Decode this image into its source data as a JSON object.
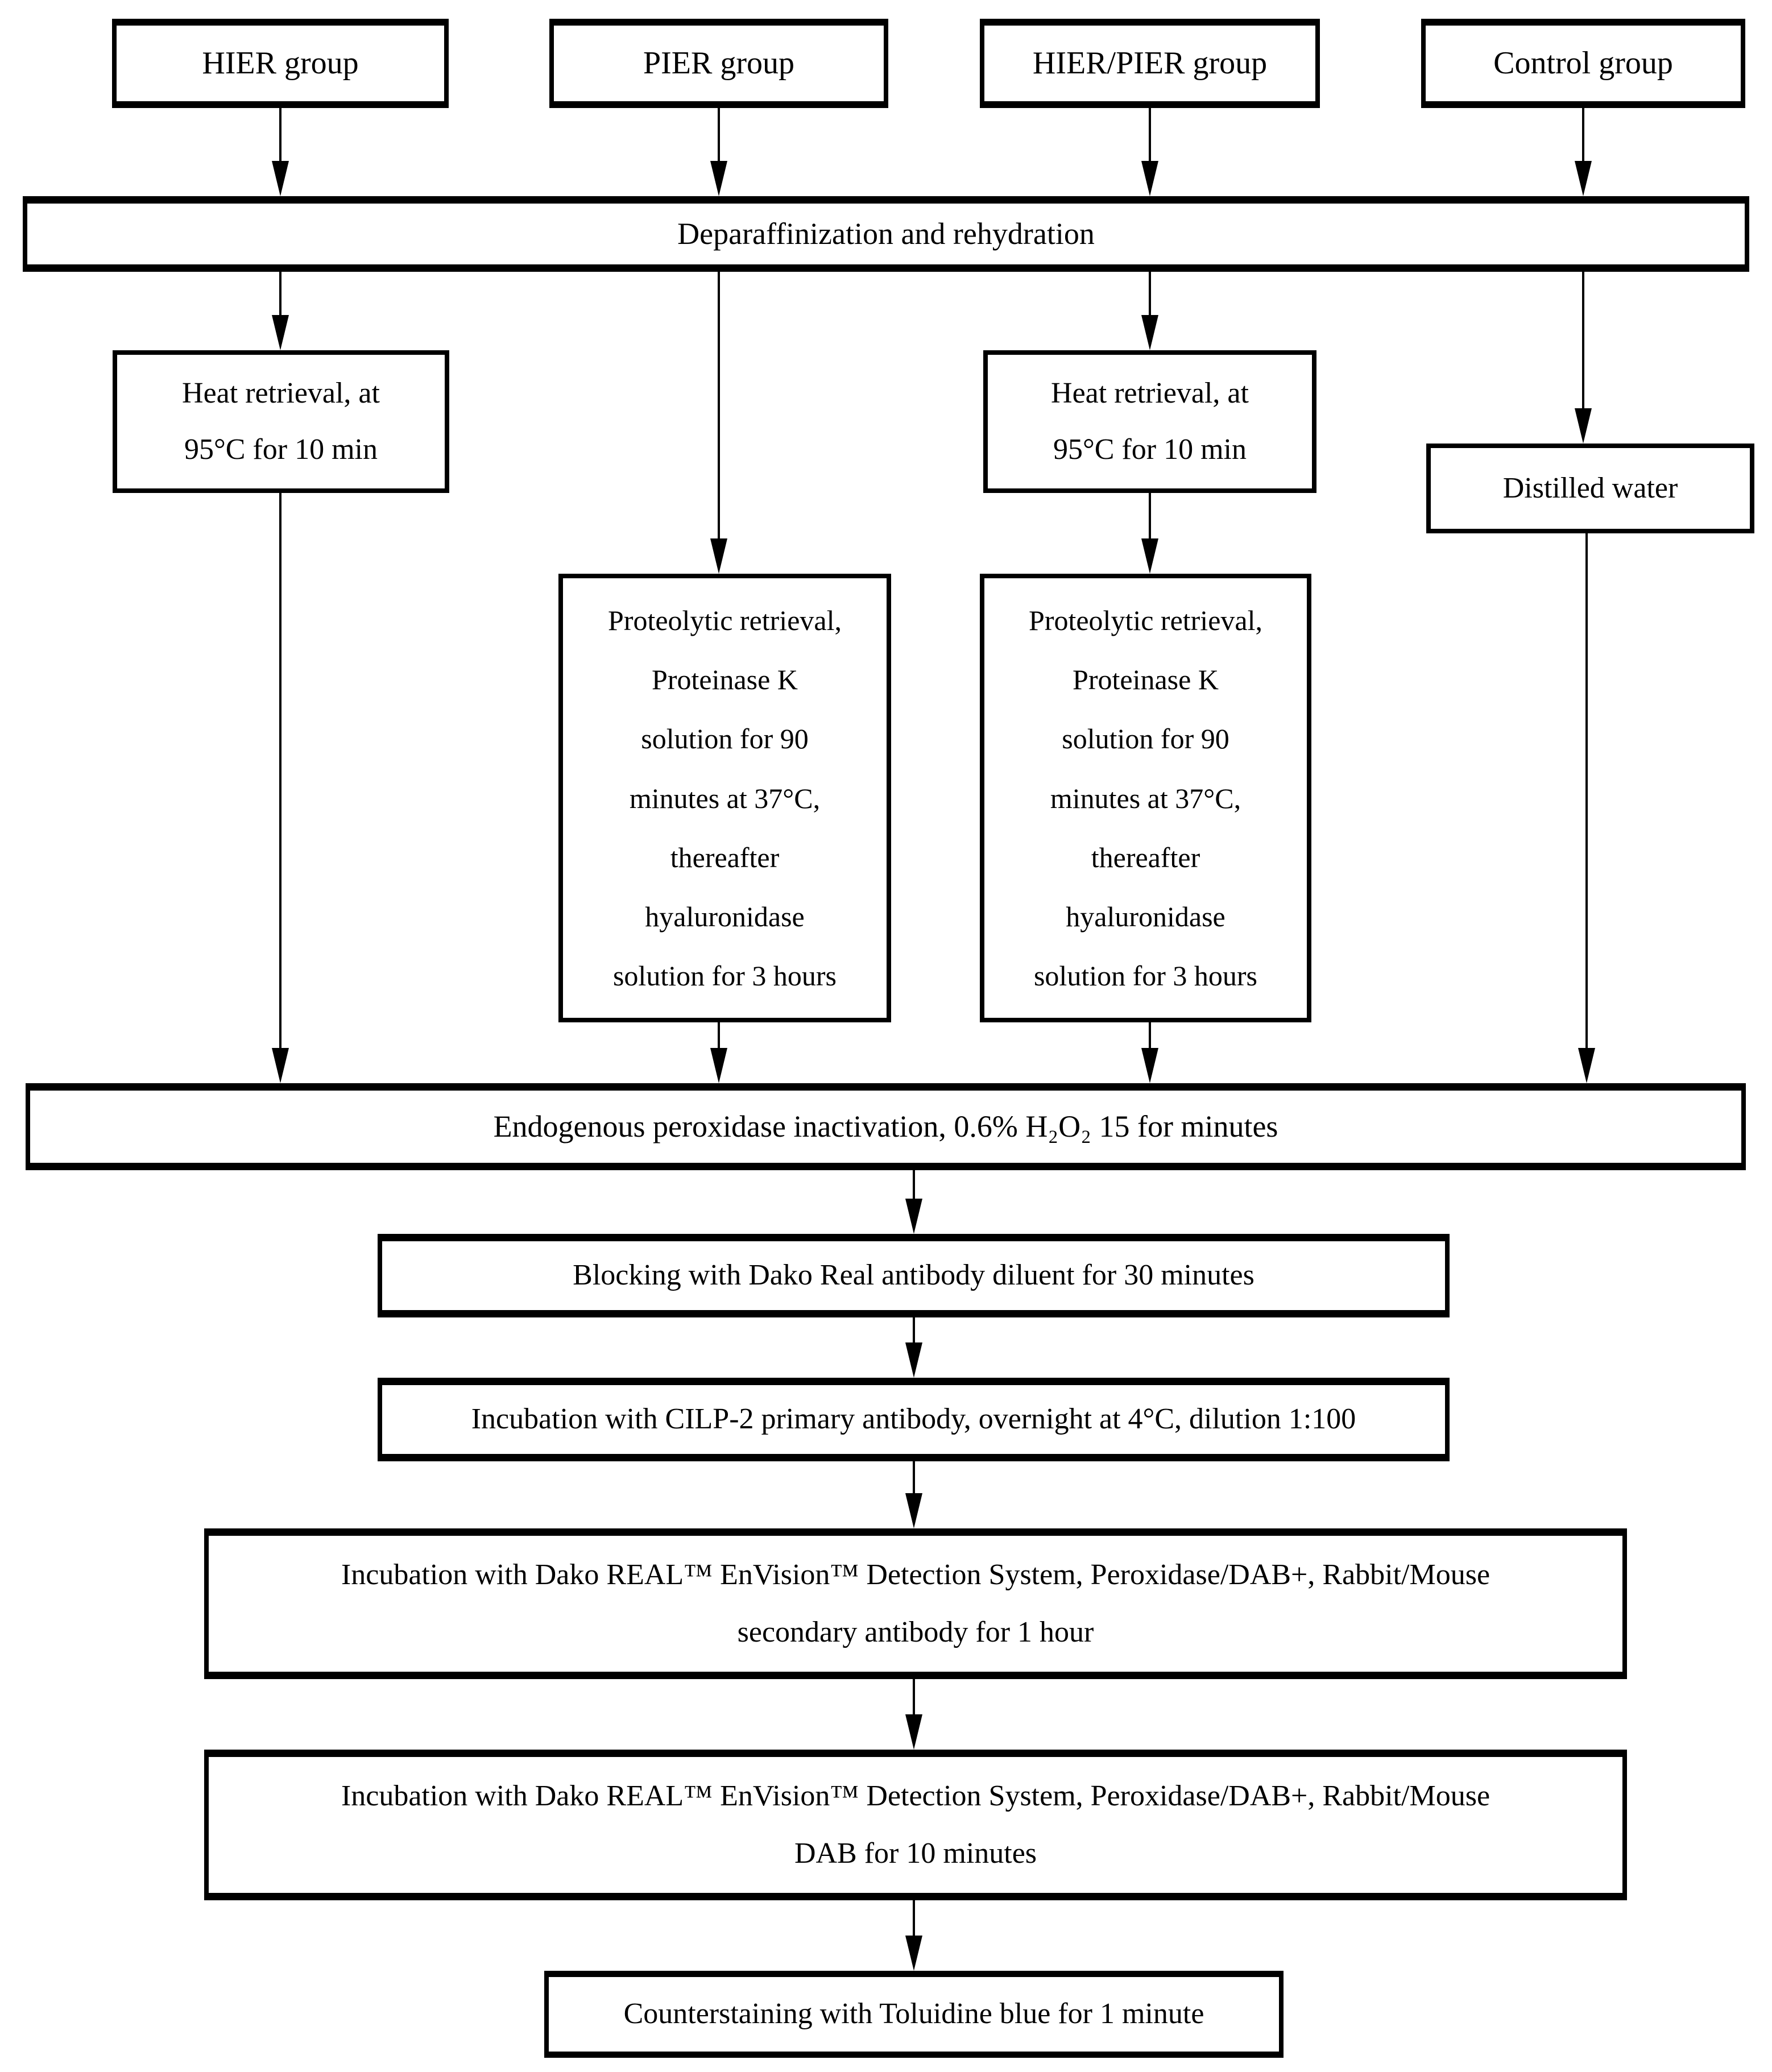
{
  "flow": {
    "groups": {
      "hier": "HIER group",
      "pier": "PIER group",
      "hier_pier": "HIER/PIER group",
      "control": "Control group"
    },
    "deparaffinization": "Deparaffinization and rehydration",
    "heat_retrieval": [
      "Heat retrieval, at",
      "95°C for 10 min"
    ],
    "distilled_water": "Distilled water",
    "proteolytic": [
      "Proteolytic retrieval,",
      "Proteinase K",
      "solution for 90",
      "minutes at 37°C,",
      "thereafter",
      "hyaluronidase",
      "solution for 3 hours"
    ],
    "endogenous_peroxidase": "Endogenous peroxidase inactivation, 0.6% H₂O₂ 15 for minutes",
    "blocking": "Blocking with Dako Real antibody diluent for 30 minutes",
    "primary_antibody": "Incubation with CILP-2 primary antibody, overnight at 4°C, dilution 1:100",
    "detection_system_line": "Incubation with Dako REAL™ EnVision™ Detection System, Peroxidase/DAB+, Rabbit/Mouse",
    "secondary_antibody_line2": "secondary antibody for 1 hour",
    "dab_line2": "DAB for 10 minutes",
    "counterstaining": "Counterstaining with Toluidine blue for 1 minute",
    "colors": {
      "line": "#000000",
      "background": "#ffffff",
      "text": "#000000"
    }
  }
}
